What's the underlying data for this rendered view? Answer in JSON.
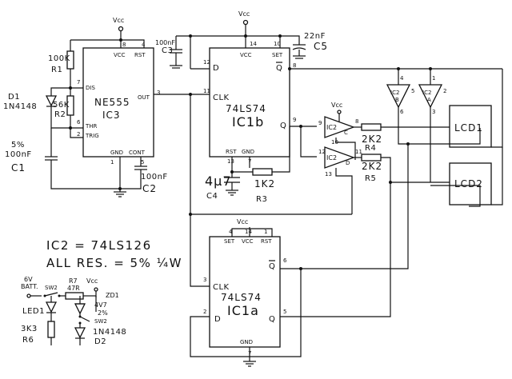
{
  "power": {
    "vcc": "Vcc"
  },
  "ic3": {
    "name1": "NE555",
    "name2": "IC3",
    "pins": {
      "vcc": "VCC",
      "rst": "RST",
      "dis": "DIS",
      "thr": "THR",
      "trig": "TRIG",
      "out": "OUT",
      "gnd": "GND",
      "cont": "CONT"
    },
    "pin_numbers": {
      "p8": "8",
      "p4": "4",
      "p7": "7",
      "p6": "6",
      "p2": "2",
      "p3": "3",
      "p1": "1",
      "p5": "5"
    }
  },
  "ic1b": {
    "name1": "74LS74",
    "name2": "IC1b",
    "pins": {
      "vcc": "VCC",
      "set": "SET",
      "d": "D",
      "clk": "CLK",
      "q": "Q",
      "qbar": "Q",
      "rst": "RST",
      "gnd": "GND"
    },
    "pin_numbers": {
      "p14": "14",
      "p10": "10",
      "p12": "12",
      "p8": "8",
      "p11": "11",
      "p9": "9",
      "p13": "13",
      "p7": "7"
    }
  },
  "ic1a": {
    "name1": "74LS74",
    "name2": "IC1a",
    "pins": {
      "set": "SET",
      "vcc": "VCC",
      "rst": "RST",
      "clk": "CLK",
      "d": "D",
      "q": "Q",
      "qbar": "Q",
      "gnd": "GND"
    },
    "pin_numbers": {
      "p4": "4",
      "p14": "14",
      "p1": "1",
      "p6": "6",
      "p3": "3",
      "p2": "2",
      "p5": "5",
      "p7": "7"
    }
  },
  "ic2": {
    "c_label": "IC2",
    "c_sub": "C",
    "d_label": "IC2",
    "d_sub": "D",
    "b_label": "IC2",
    "b_sub": "B",
    "a_label": "IC2",
    "a_sub": "A",
    "pin_numbers": {
      "c9": "9",
      "c10": "10",
      "c8": "8",
      "d12": "12",
      "d13": "13",
      "d11": "11",
      "b4": "4",
      "b5": "5",
      "b6": "6",
      "a1": "1",
      "a2": "2",
      "a3": "3"
    }
  },
  "components": {
    "r1_val": "100K",
    "r1_ref": "R1",
    "r2_val": "56K",
    "r2_ref": "R2",
    "d1_ref": "D1",
    "d1_val": "1N4148",
    "c1_val1": "5%",
    "c1_val2": "100nF",
    "c1_ref": "C1",
    "c2_val": "100nF",
    "c2_ref": "C2",
    "c3_val": "100nF",
    "c3_ref": "C3",
    "c5_val": "22nF",
    "c5_ref": "C5",
    "c4_val": "4µ7",
    "c4_ref": "C4",
    "r3_val": "1K2",
    "r3_ref": "R3",
    "r4_val": "2K2",
    "r4_ref": "R4",
    "r5_val": "2K2",
    "r5_ref": "R5",
    "lcd1": "LCD1",
    "lcd2": "LCD2"
  },
  "notes": {
    "line1": "IC2 = 74LS126",
    "line2": "ALL RES. = 5% ¼W"
  },
  "supply": {
    "batt1": "6V",
    "batt2": "BATT.",
    "sw2_top": "SW2",
    "sw2_bot": "SW2",
    "r7_ref": "R7",
    "r7_val": "47R",
    "zd1_ref": "ZD1",
    "zd1_val1": "4V7",
    "zd1_val2": "2%",
    "led_ref": "LED1",
    "r6_val": "3K3",
    "r6_ref": "R6",
    "d2_val": "1N4148",
    "d2_ref": "D2"
  }
}
